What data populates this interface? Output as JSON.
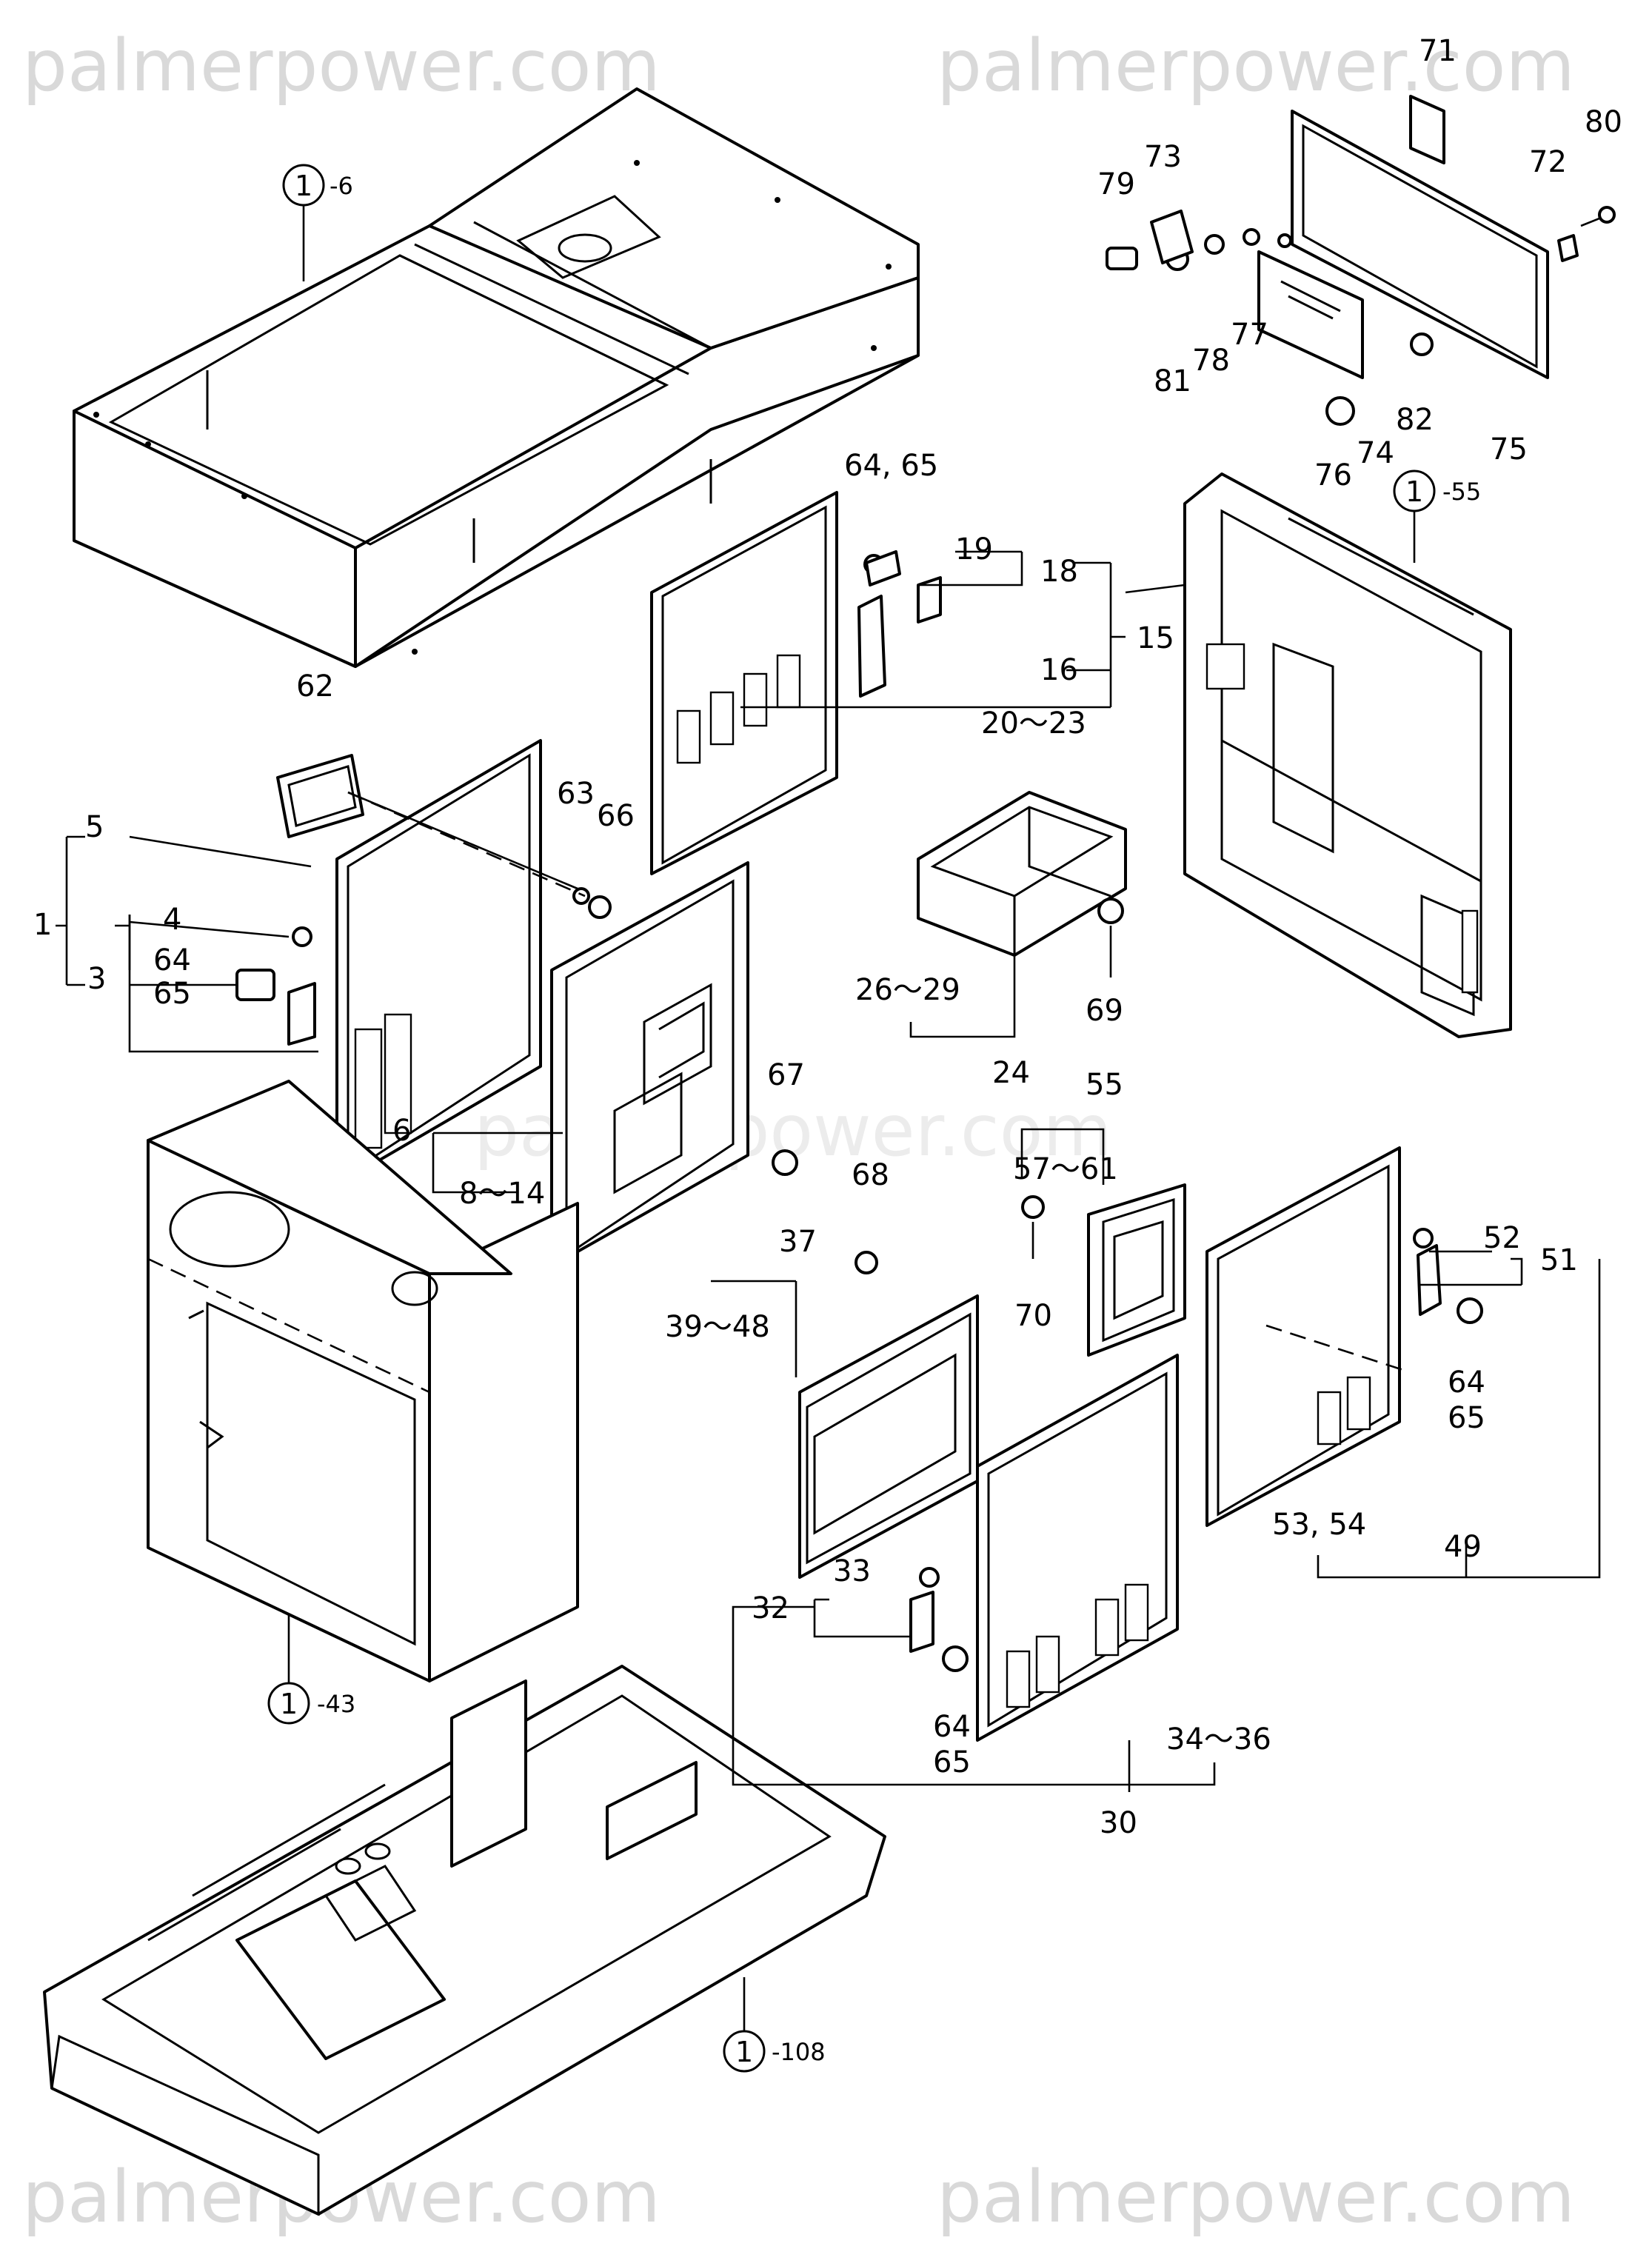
{
  "watermarks": {
    "top_left": "palmerpower.com",
    "top_right": "palmerpower.com",
    "center": "palmerpower.com",
    "bottom_left": "palmerpower.com",
    "bottom_right": "palmerpower.com"
  },
  "references": {
    "roof": {
      "circle": "1",
      "suffix": "-6"
    },
    "front_panel": {
      "circle": "1",
      "suffix": "-55"
    },
    "center_frame": {
      "circle": "1",
      "suffix": "-43"
    },
    "base": {
      "circle": "1",
      "suffix": "-108"
    }
  },
  "callouts": {
    "c1": "1",
    "c3": "3",
    "c4": "4",
    "c5": "5",
    "c6": "6",
    "c8_14": "8～14",
    "c15": "15",
    "c16": "16",
    "c18": "18",
    "c19": "19",
    "c20_23": "20～23",
    "c24": "24",
    "c26_29": "26～29",
    "c30": "30",
    "c32": "32",
    "c33": "33",
    "c34_36": "34～36",
    "c37": "37",
    "c39_48": "39～48",
    "c49": "49",
    "c51": "51",
    "c52": "52",
    "c53_54": "53, 54",
    "c55": "55",
    "c57_61": "57～61",
    "c62": "62",
    "c63": "63",
    "c64_65_top": "64, 65",
    "c64_left": "64",
    "c65_left": "65",
    "c64_mid": "64",
    "c65_mid": "65",
    "c64_right": "64",
    "c65_right": "65",
    "c66": "66",
    "c67": "67",
    "c68": "68",
    "c69": "69",
    "c70": "70",
    "c71": "71",
    "c72": "72",
    "c73": "73",
    "c74": "74",
    "c75": "75",
    "c76": "76",
    "c77": "77",
    "c78": "78",
    "c79": "79",
    "c80": "80",
    "c81": "81",
    "c82": "82"
  }
}
